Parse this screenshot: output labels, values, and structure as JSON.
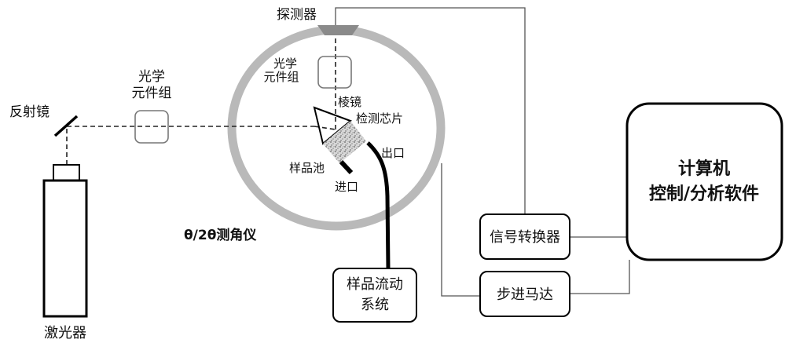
{
  "labels": {
    "detector": "探测器",
    "optics_inner_line1": "光学",
    "optics_inner_line2": "元件组",
    "prism": "棱镜",
    "chip": "检测芯片",
    "outlet": "出口",
    "sample_cell": "样品池",
    "inlet": "进口",
    "goniometer": "θ/2θ测角仪",
    "mirror": "反射镜",
    "optics_outer_line1": "光学",
    "optics_outer_line2": "元件组",
    "laser": "激光器",
    "flow_system_line1": "样品流动",
    "flow_system_line2": "系统",
    "signal_converter": "信号转换器",
    "stepper_motor": "步进马达",
    "computer_line1": "计算机",
    "computer_line2": "控制/分析软件"
  },
  "colors": {
    "ring": "#b9b9b9",
    "detector": "#8a8a8a",
    "optics_box": "#777777",
    "wire": "#555555"
  }
}
